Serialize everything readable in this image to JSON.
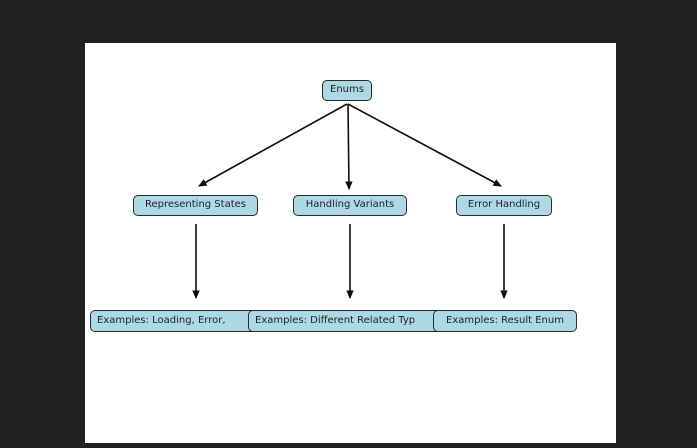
{
  "window": {
    "background_color": "#212121",
    "canvas_color": "#ffffff"
  },
  "diagram": {
    "type": "tree",
    "node_fill_color": "#add8e6",
    "node_border_color": "#2a2a2a",
    "text_color": "#1f1f1f",
    "arrow_color": "#0d0d0d",
    "root": {
      "label": "Enums"
    },
    "branches": [
      {
        "label": "Representing States",
        "example": "Examples: Loading, Error,"
      },
      {
        "label": "Handling Variants",
        "example": "Examples: Different Related Typ"
      },
      {
        "label": "Error Handling",
        "example": "Examples: Result Enum"
      }
    ],
    "edges": [
      {
        "from": "enums",
        "to": "representing-states"
      },
      {
        "from": "enums",
        "to": "handling-variants"
      },
      {
        "from": "enums",
        "to": "error-handling"
      },
      {
        "from": "representing-states",
        "to": "examples-states"
      },
      {
        "from": "handling-variants",
        "to": "examples-variants"
      },
      {
        "from": "error-handling",
        "to": "examples-error"
      }
    ]
  }
}
